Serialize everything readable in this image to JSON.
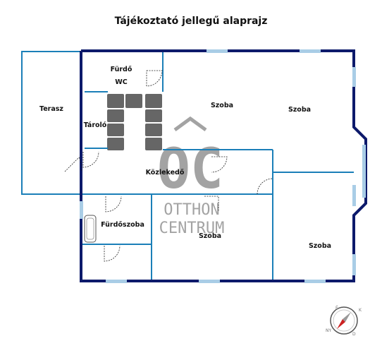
{
  "title": "Tájékoztató jellegű alaprajz",
  "rooms": [
    {
      "key": "terasz",
      "label": "Terasz"
    },
    {
      "key": "furdo",
      "label": "Fürdő"
    },
    {
      "key": "wc",
      "label": "WC"
    },
    {
      "key": "tarolo",
      "label": "Tároló"
    },
    {
      "key": "szoba1",
      "label": "Szoba"
    },
    {
      "key": "szoba2",
      "label": "Szoba"
    },
    {
      "key": "kozlekedo",
      "label": "Közlekedő"
    },
    {
      "key": "furdoszoba",
      "label": "Fürdőszoba"
    },
    {
      "key": "szoba3",
      "label": "Szoba"
    },
    {
      "key": "szoba4",
      "label": "Szoba"
    }
  ],
  "watermark": {
    "monogram": "OC",
    "line1": "OTTHON",
    "line2": "CENTRUM"
  },
  "compass": {
    "letters": [
      "É",
      "K",
      "D",
      "NY"
    ]
  },
  "colors": {
    "outer_wall": "#0d1a6b",
    "inner_wall": "#1b7fb8",
    "window": "#a9cde6",
    "watermark": "#9a9a9a",
    "stairs": "#666666"
  }
}
